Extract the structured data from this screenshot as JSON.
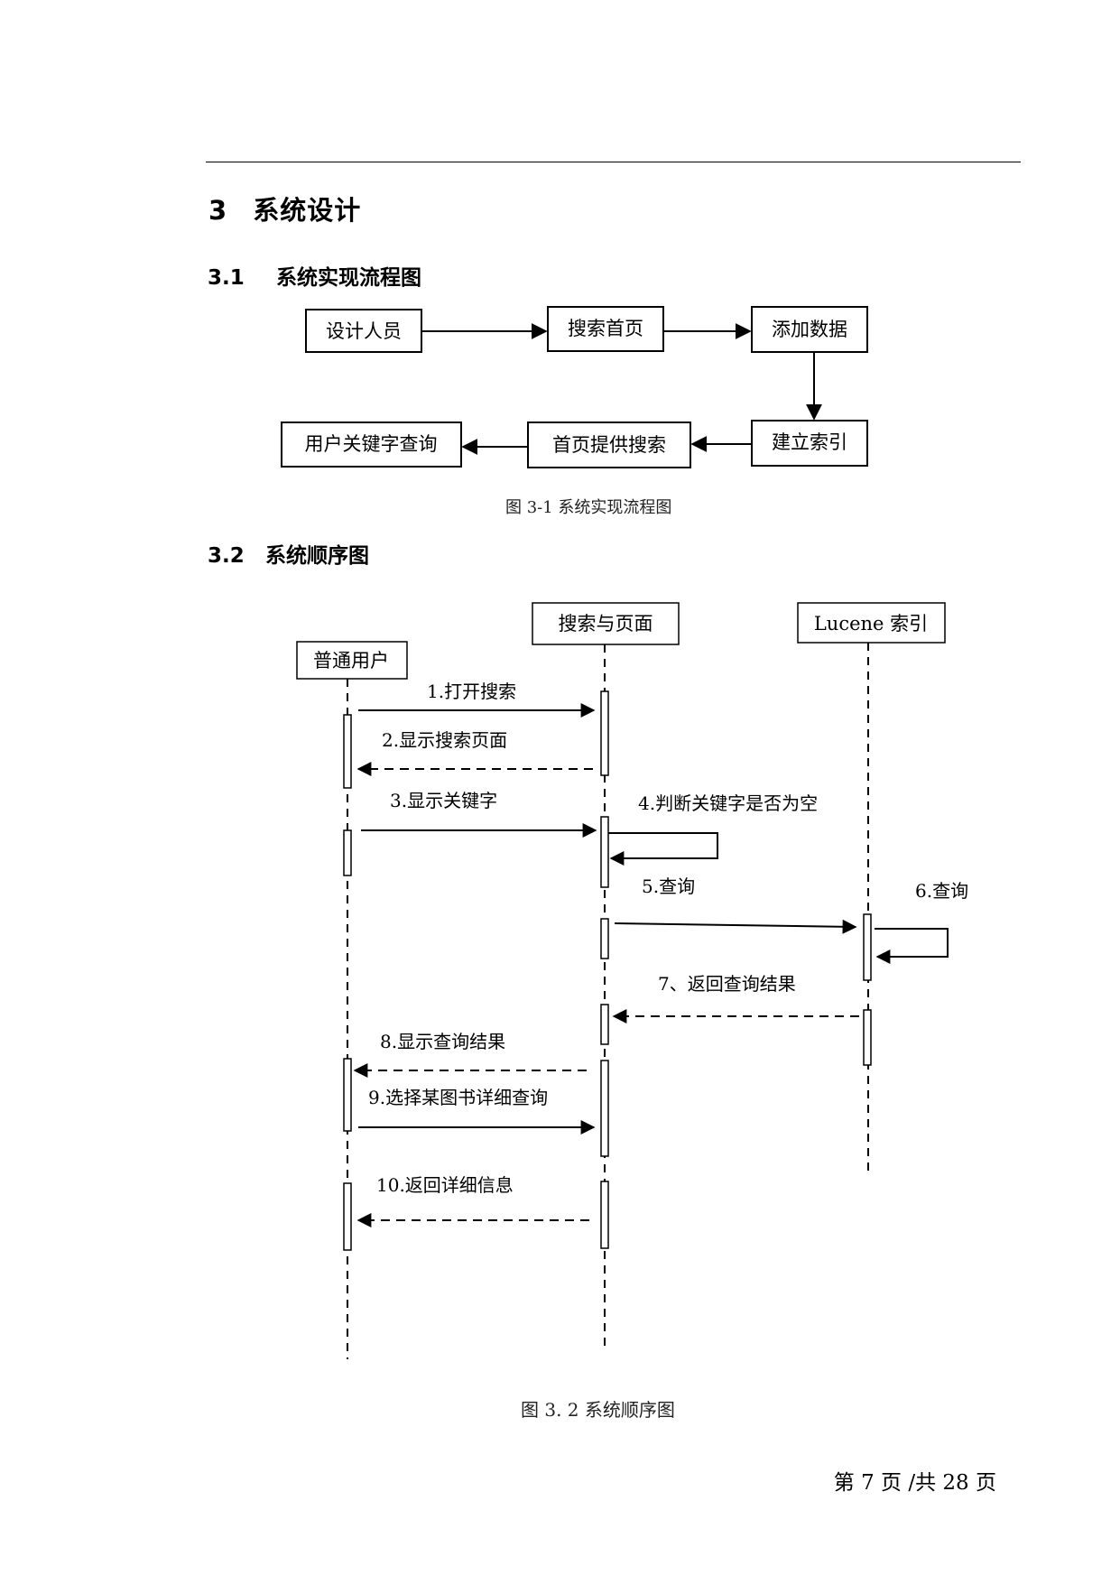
{
  "section": {
    "number": "3",
    "title": "系统设计"
  },
  "subsections": [
    {
      "number": "3.1",
      "title": "系统实现流程图"
    },
    {
      "number": "3.2",
      "title": "系统顺序图"
    }
  ],
  "flowchart": {
    "nodes": [
      "设计人员",
      "搜索首页",
      "添加数据",
      "建立索引",
      "首页提供搜索",
      "用户关键字查询"
    ],
    "caption": "图 3-1 系统实现流程图"
  },
  "sequence": {
    "lifelines": [
      "普通用户",
      "搜索与页面",
      "Lucene 索引"
    ],
    "messages": [
      "1.打开搜索",
      "2.显示搜索页面",
      "3.显示关键字",
      "4.判断关键字是否为空",
      "5.查询",
      "6.查询",
      "7、返回查询结果",
      "8.显示查询结果",
      "9.选择某图书详细查询",
      "10.返回详细信息"
    ],
    "caption": "图 3. 2 系统顺序图"
  },
  "footer": {
    "text": "第 7 页 /共 28 页"
  }
}
